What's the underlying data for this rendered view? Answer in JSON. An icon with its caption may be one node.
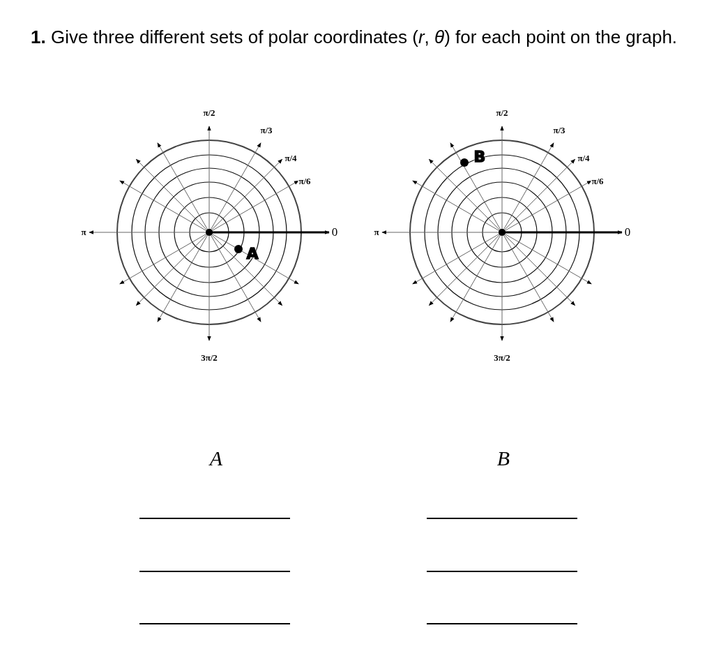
{
  "diagram": {
    "title": "**1.** Give three different sets of polar coordinates (*r*, *θ*) for each point on the graph.",
    "nodes": [
      {
        "text": [],
        "shape": "circle",
        "beside": [
          "A"
        ]
      },
      {
        "text": [],
        "shape": "circle",
        "beside": [
          "B"
        ]
      }
    ],
    "labels": [
      "π/2",
      "π/3",
      "π/4",
      "π/6",
      "π",
      "0",
      "3π/2",
      "π/2",
      "π/3",
      "π/4",
      "π/6",
      "π",
      "0",
      "3π/2",
      "A",
      "B"
    ]
  }
}
